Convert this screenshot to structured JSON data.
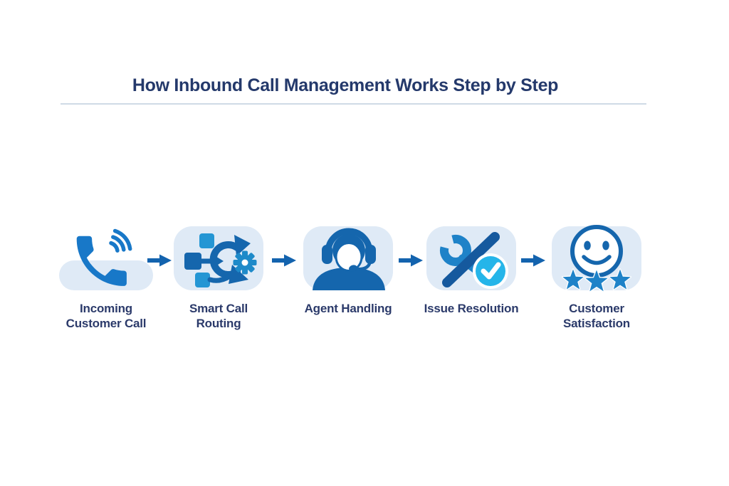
{
  "title": "How Inbound Call Management Works Step by Step",
  "steps": [
    {
      "label": "Incoming Customer Call",
      "lines": [
        "Incoming",
        "Customer Call"
      ],
      "icon": "incoming-call-icon"
    },
    {
      "label": "Smart Call Routing",
      "lines": [
        "Smart Call",
        "Routing"
      ],
      "icon": "call-routing-icon"
    },
    {
      "label": "Agent Handling",
      "lines": [
        "Agent Handling"
      ],
      "icon": "agent-headset-icon"
    },
    {
      "label": "Issue Resolution",
      "lines": [
        "Issue Resolution"
      ],
      "icon": "issue-resolution-icon"
    },
    {
      "label": "Customer Satisfaction",
      "lines": [
        "Customer",
        "Satisfaction"
      ],
      "icon": "customer-satisfaction-icon"
    }
  ],
  "arrows": {
    "count": 4,
    "direction": "right"
  },
  "colors": {
    "background": "#ffffff",
    "title_text": "#24396b",
    "label_text": "#2b3a6a",
    "divider": "#cfdae6",
    "box_fill": "#dfeaf6",
    "arrow": "#1363ae",
    "icon_dark_blue": "#1566ad",
    "icon_medium_blue": "#1e82c8",
    "icon_light_blue": "#2496d4",
    "phone_blue": "#1878c8",
    "check_cyan": "#25b5e9"
  }
}
